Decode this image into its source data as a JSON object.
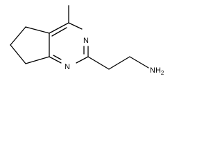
{
  "molecule": {
    "atom_labels": {
      "n_top": "N",
      "n_bottom": "N",
      "amine_main": "NH",
      "amine_sub": "2"
    }
  }
}
